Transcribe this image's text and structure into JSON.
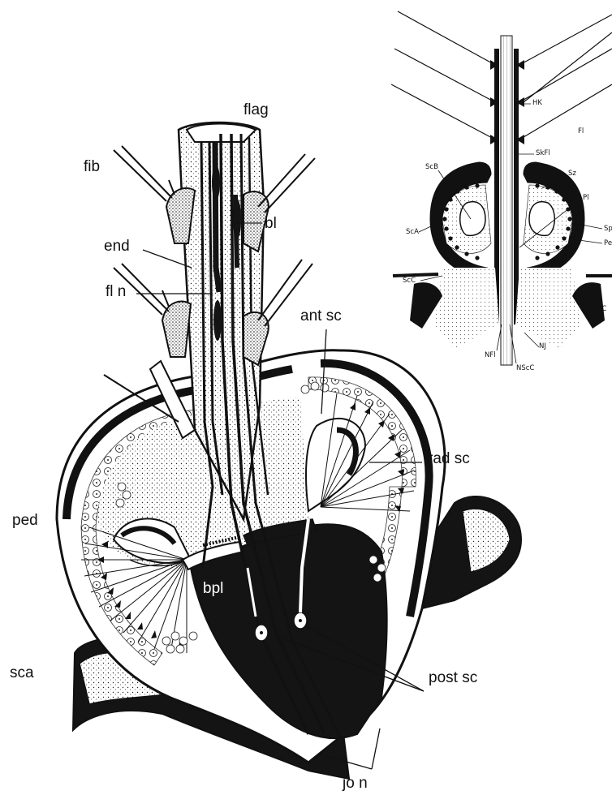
{
  "main_diagram": {
    "labels": {
      "flag": "flag",
      "fib": "fib",
      "end": "end",
      "bl": "bl",
      "fl_n": "fl n",
      "ant_sc": "ant sc",
      "rad_sc": "rad sc",
      "ped": "ped",
      "bpl": "bpl",
      "sca": "sca",
      "post_sc": "post sc",
      "jo_n": "jo n"
    }
  },
  "inset_diagram": {
    "labels": {
      "hk": "HK",
      "fl": "Fl",
      "skfl": "SkFl",
      "scb": "ScB",
      "sz": "Sz",
      "pl": "Pl",
      "sp": "Sp",
      "pe": "Pe",
      "sca_inset": "ScA",
      "scc": "ScC",
      "sc": "SC",
      "nj": "NJ",
      "nfl": "NFl",
      "nscc": "NScC"
    }
  },
  "colors": {
    "ink": "#111111",
    "paper": "#ffffff",
    "dark_fill": "#141414"
  }
}
